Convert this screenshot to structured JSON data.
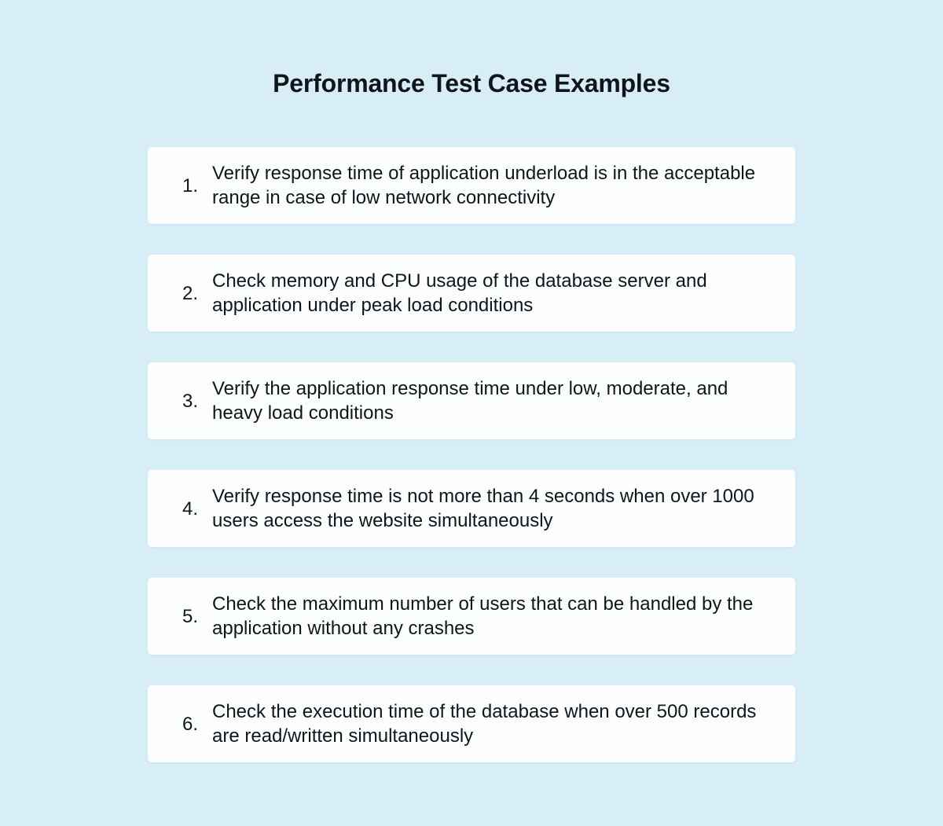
{
  "page": {
    "title": "Performance Test Case Examples"
  },
  "theme": {
    "background_color": "#d7eef7",
    "card_color": "#fdfefe",
    "text_color": "#10151c"
  },
  "test_cases": [
    {
      "number": "1.",
      "text": "Verify response time of application underload is in the acceptable range in case of low network connectivity"
    },
    {
      "number": "2.",
      "text": "Check memory and CPU usage of the database server and application under peak load conditions"
    },
    {
      "number": "3.",
      "text": "Verify the application response time under low, moderate, and heavy load conditions"
    },
    {
      "number": "4.",
      "text": "Verify response time is not more than 4 seconds when over 1000 users access the website simultaneously"
    },
    {
      "number": "5.",
      "text": "Check the maximum number of users that can be handled by the application without any crashes"
    },
    {
      "number": "6.",
      "text": "Check the execution time of the database when over 500 records are read/written simultaneously"
    }
  ]
}
